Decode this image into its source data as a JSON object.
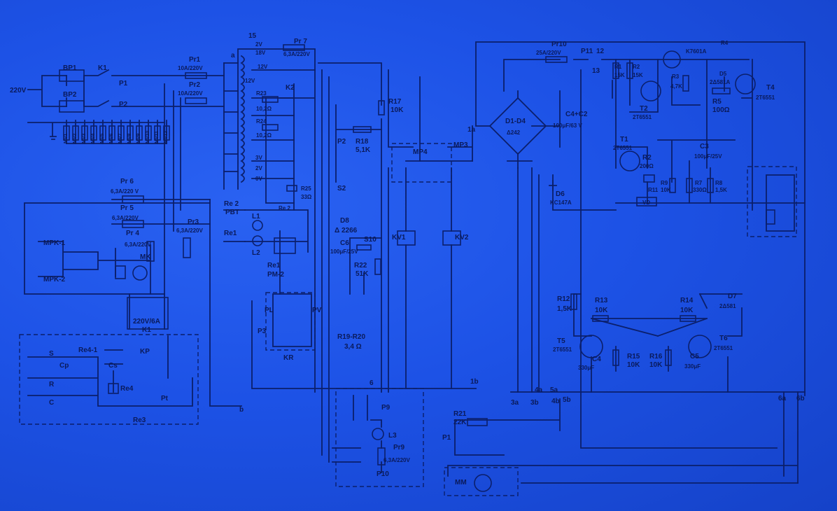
{
  "mains": {
    "voltage": "220V"
  },
  "left": {
    "bp1": "BP1",
    "bp2": "BP2",
    "k1": "K1",
    "p1": "P1",
    "p2": "P2",
    "pr6": "Pr 6",
    "pr6_val": "6,3A/220 V",
    "pr5": "Pr 5",
    "pr5_val": "6,3A/220V",
    "mpk1": "MPK-1",
    "mpk2": "MPK-2",
    "pr4": "Pr 4",
    "pr4_val": "6,3A/220V",
    "mk": "MK",
    "k1box": "220V/6A",
    "k1box2": "K1",
    "kp": "KP",
    "re4_1": "Re4-1",
    "re4": "Re4",
    "re3": "Re3",
    "s": "S",
    "cp": "Cp",
    "r": "R",
    "c": "C",
    "cs": "Cs",
    "pt": "Pt",
    "mv_labels": [
      "MV1",
      "MV2",
      "MV3",
      "MV4",
      "MV5",
      "MV6",
      "MV7",
      "MV8",
      "MV9",
      "MV10",
      "MV11",
      "MV12"
    ]
  },
  "transformer": {
    "pr1": "Pr1",
    "pr1_val": "10A/220V",
    "pr2": "Pr2",
    "pr2_val": "10A/220V",
    "n15": "15",
    "pr7": "Pr 7",
    "pr7_val": "6,3A/220V",
    "v18": "18V",
    "v2": "2V",
    "v12a": "12V",
    "v12b": "12V",
    "v3": "3V",
    "v2b": "2V",
    "v0": "0V",
    "k2": "K2",
    "r23": "R23",
    "r23_val": "10,2Ω",
    "r24": "R24",
    "r24_val": "10,2Ω",
    "r25": "R25",
    "r25_val": "33Ω",
    "pr3": "Pr3",
    "pr3_val": "6,3A/220V",
    "re2": "Re 2",
    "pbt": "PBT",
    "re1": "Re1",
    "l1": "L1",
    "l2": "L2",
    "re1b": "Re1",
    "pm2": "PM-2",
    "re2b": "Re 2",
    "pl": "PL",
    "pv": "PV",
    "p3": "P3",
    "kr": "KR",
    "pin_a": "a",
    "pin_b": "b"
  },
  "middle": {
    "r17": "R17",
    "r17_val": "10K",
    "r18": "R18",
    "r18_val": "5,1K",
    "p2": "P2",
    "s2": "S2",
    "mp4": "MP4",
    "mp3": "MP3",
    "d8": "D8",
    "d8_val": "Δ 2266",
    "s10": "S10",
    "c6": "C6",
    "c6_val": "100μF/25V",
    "r22": "R22",
    "r22_val": "51K",
    "kv1": "KV1",
    "kv2": "KV2",
    "r1920": "R19-R20",
    "r1920_val": "3,4 Ω",
    "p9": "P9",
    "l3": "L3",
    "pr9": "Pr9",
    "pr9_val": "6,3A/220V",
    "p10": "P10",
    "n1a": "1a",
    "n1b": "1b",
    "n6": "6"
  },
  "right": {
    "pr10": "Pr10",
    "pr10_val": "25A/220V",
    "p11": "P11",
    "n12": "12",
    "n13": "13",
    "bridge": "D1-D4",
    "bridge_val": "Δ242",
    "c4c2": "C4+C2",
    "c4c2_val": "100μF/63 V",
    "r1": "R1",
    "r1_val": "15K",
    "r2": "R2",
    "r2_val": "15K",
    "t2": "T2",
    "t2_val": "2T6551",
    "r3": "R3",
    "r3_val": "4,7K",
    "r4": "R4",
    "r4_val": "K7601A",
    "d5": "D5",
    "d5_val": "2Δ581A",
    "r5": "R5",
    "r5_val": "100Ω",
    "t4": "T4",
    "t4_val": "2T6551",
    "t1": "T1",
    "t1_val": "2T6551",
    "r2b": "R2",
    "r2b_val": "200Ω",
    "c3": "C3",
    "c3_val": "100μF/25V",
    "d6": "D6",
    "d6_val": "KC147A",
    "r11": "R11",
    "r9": "R9",
    "r9_val": "10K",
    "r7": "R7",
    "r7_val": "330Ω",
    "r8": "R8",
    "r8_val": "1,5K",
    "vd": "VD",
    "r12": "R12",
    "r12_val": "1,5K",
    "r13": "R13",
    "r13_val": "10K",
    "r14": "R14",
    "r14_val": "10K",
    "d7": "D7",
    "d7_val": "2Δ581",
    "t5": "T5",
    "t5_val": "2T6551",
    "t6": "T6",
    "t6_val": "2T6551",
    "c4": "C4",
    "c4_val": "330μF",
    "c5": "C5",
    "c5_val": "330μF",
    "r15": "R15",
    "r15_val": "10K",
    "r16": "R16",
    "r16_val": "10K",
    "n3a": "3a",
    "n3b": "3b",
    "n4a": "4a",
    "n4b": "4b",
    "n5a": "5a",
    "n5b": "5b",
    "n6a": "6a",
    "n6b": "6b",
    "r21": "R21",
    "r21_val": "22K",
    "p1": "P1",
    "mm": "MM"
  }
}
